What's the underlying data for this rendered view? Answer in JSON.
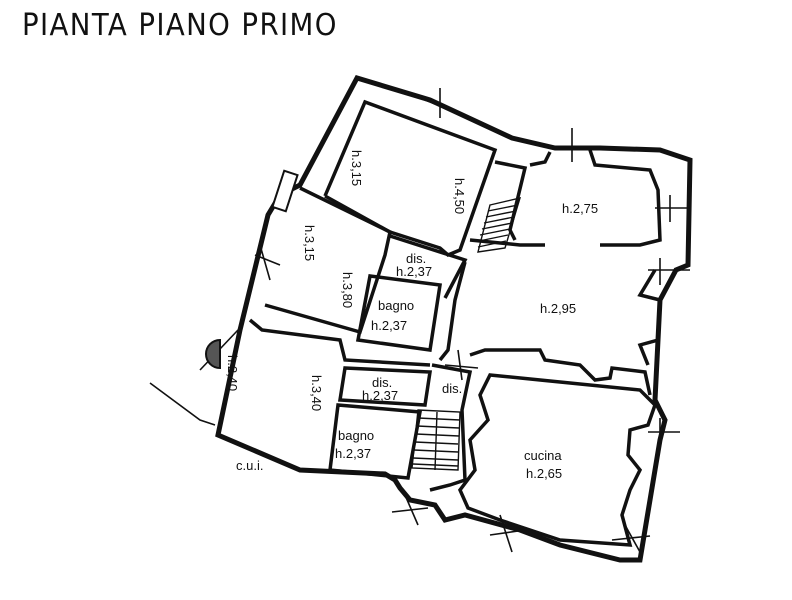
{
  "title": "PIANTA PIANO PRIMO",
  "rooms": [
    {
      "id": "room-top-left",
      "label": "h.3,15"
    },
    {
      "id": "room-top-right-wall",
      "label": "h.4,50"
    },
    {
      "id": "room-left-mid",
      "label": "h.3,15"
    },
    {
      "id": "room-left-mid-inner",
      "label": "h.3,80"
    },
    {
      "id": "disimpegno-upper",
      "label": "dis.",
      "height": "h.2,37"
    },
    {
      "id": "bagno-upper",
      "label": "bagno",
      "height": "h.2,37"
    },
    {
      "id": "room-north-east",
      "label": "h.2,75"
    },
    {
      "id": "room-central-east",
      "label": "h.2,95"
    },
    {
      "id": "room-south-west",
      "label": "h.2,40"
    },
    {
      "id": "room-south-west-inner",
      "label": "h.3,40"
    },
    {
      "id": "disimpegno-lower",
      "label": "dis.",
      "height": "h.2,37"
    },
    {
      "id": "disimpegno-stair",
      "label": "dis."
    },
    {
      "id": "bagno-lower",
      "label": "bagno",
      "height": "h.2,37"
    },
    {
      "id": "cucina",
      "label": "cucina",
      "height": "h.2,65"
    }
  ],
  "annotations": {
    "cui": "c.u.i."
  },
  "colors": {
    "ink": "#111111",
    "paper": "#ffffff"
  }
}
